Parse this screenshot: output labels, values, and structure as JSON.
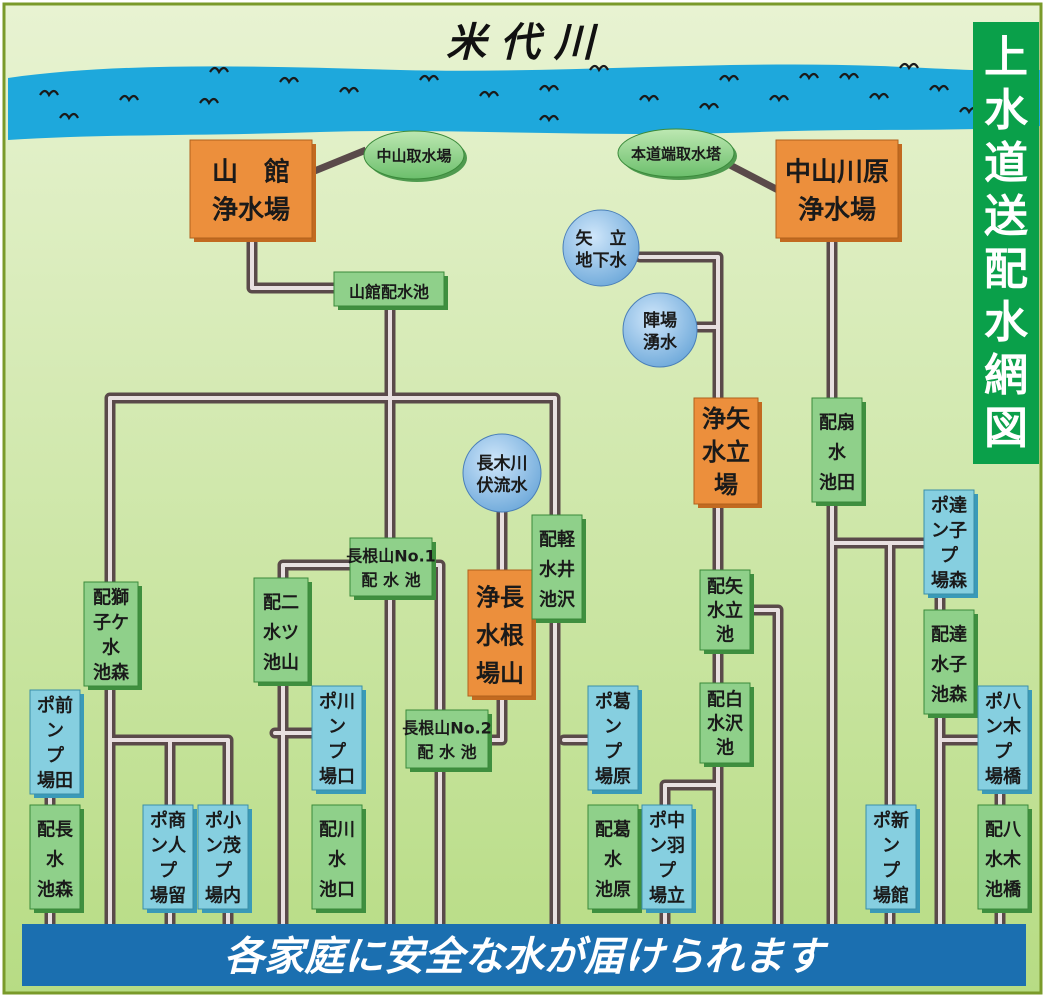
{
  "colors": {
    "background": "#cfe8a8",
    "river": "#1ea8dc",
    "title_banner": "#0aa04a",
    "bottom_banner": "#1b6fb0",
    "pipe": "#5a4a4a",
    "plant_box": "#ec8f3c",
    "reservoir_box": "#8fd08a",
    "pump_box": "#86cfe0",
    "source_circle": "#8ec3e8",
    "intake_oval": "#8fd08a"
  },
  "river_name": "米 代 川",
  "title": [
    "上",
    "水",
    "道",
    "送",
    "配",
    "水",
    "網",
    "図"
  ],
  "banner": "各家庭に安全な水が届けられます",
  "plants": [
    {
      "id": "yamadate",
      "lines": [
        "山　館",
        "浄水場"
      ]
    },
    {
      "id": "nakayamakawara",
      "lines": [
        "中山川原",
        "浄水場"
      ]
    },
    {
      "id": "yadate",
      "lines": [
        "浄矢",
        "水立",
        "場"
      ]
    },
    {
      "id": "nagameyama",
      "lines": [
        "浄長",
        "水根",
        "場山"
      ]
    }
  ],
  "intakes": [
    {
      "id": "nakayama",
      "label": "中山取水場"
    },
    {
      "id": "hondo",
      "label": "本道端取水塔"
    }
  ],
  "sources": [
    {
      "id": "yadate-gw",
      "lines": [
        "矢　立",
        "地下水"
      ]
    },
    {
      "id": "jinba",
      "lines": [
        "陣場",
        "湧水"
      ]
    },
    {
      "id": "nagakigawa",
      "lines": [
        "長木川",
        "伏流水"
      ]
    }
  ],
  "reservoirs": [
    {
      "id": "yamadate-haisui",
      "lines": [
        "山館配水池"
      ]
    },
    {
      "id": "nagameyama1",
      "lines": [
        "長根山No.1",
        "配 水 池"
      ]
    },
    {
      "id": "nagameyama2",
      "lines": [
        "長根山No.2",
        "配 水 池"
      ]
    },
    {
      "id": "ogida",
      "lines": [
        "配扇",
        "水",
        "池田"
      ]
    },
    {
      "id": "shishigamori",
      "lines": [
        "配獅",
        "子ケ",
        "水",
        "池森"
      ]
    },
    {
      "id": "futatsuyama",
      "lines": [
        "配二",
        "水ツ",
        "池山"
      ]
    },
    {
      "id": "karuisawa",
      "lines": [
        "配軽",
        "水井",
        "池沢"
      ]
    },
    {
      "id": "yadate-haisui",
      "lines": [
        "配矢",
        "水立",
        "池"
      ]
    },
    {
      "id": "shirasawa",
      "lines": [
        "配白",
        "水沢",
        "池"
      ]
    },
    {
      "id": "tasshikomori",
      "lines": [
        "配達",
        "水子",
        "池森"
      ]
    },
    {
      "id": "nagamori",
      "lines": [
        "配長",
        "水",
        "池森"
      ]
    },
    {
      "id": "kawaguchi",
      "lines": [
        "配川",
        "水",
        "池口"
      ]
    },
    {
      "id": "kuzuhara",
      "lines": [
        "配葛",
        "水",
        "池原"
      ]
    },
    {
      "id": "yagihashi",
      "lines": [
        "配八",
        "水木",
        "池橋"
      ]
    }
  ],
  "pumps": [
    {
      "id": "maeda",
      "lines": [
        "ポ前",
        "ン",
        "プ",
        "場田"
      ]
    },
    {
      "id": "kawaguchi-p",
      "lines": [
        "ポ川",
        "ン",
        "プ",
        "場口"
      ]
    },
    {
      "id": "kuzuhara-p",
      "lines": [
        "ポ葛",
        "ン",
        "プ",
        "場原"
      ]
    },
    {
      "id": "tasshikomori-p",
      "lines": [
        "ポ達",
        "ン子",
        "プ",
        "場森"
      ]
    },
    {
      "id": "yagihashi-p",
      "lines": [
        "ポ八",
        "ン木",
        "プ",
        "場橋"
      ]
    },
    {
      "id": "shonindome",
      "lines": [
        "ポ商",
        "ン人",
        "プ",
        "場留"
      ]
    },
    {
      "id": "komonai",
      "lines": [
        "ポ小",
        "ン茂",
        "プ",
        "場内"
      ]
    },
    {
      "id": "nakahadate",
      "lines": [
        "ポ中",
        "ン羽",
        "プ",
        "場立"
      ]
    },
    {
      "id": "shindate",
      "lines": [
        "ポ新",
        "ン",
        "プ",
        "場館"
      ]
    }
  ]
}
